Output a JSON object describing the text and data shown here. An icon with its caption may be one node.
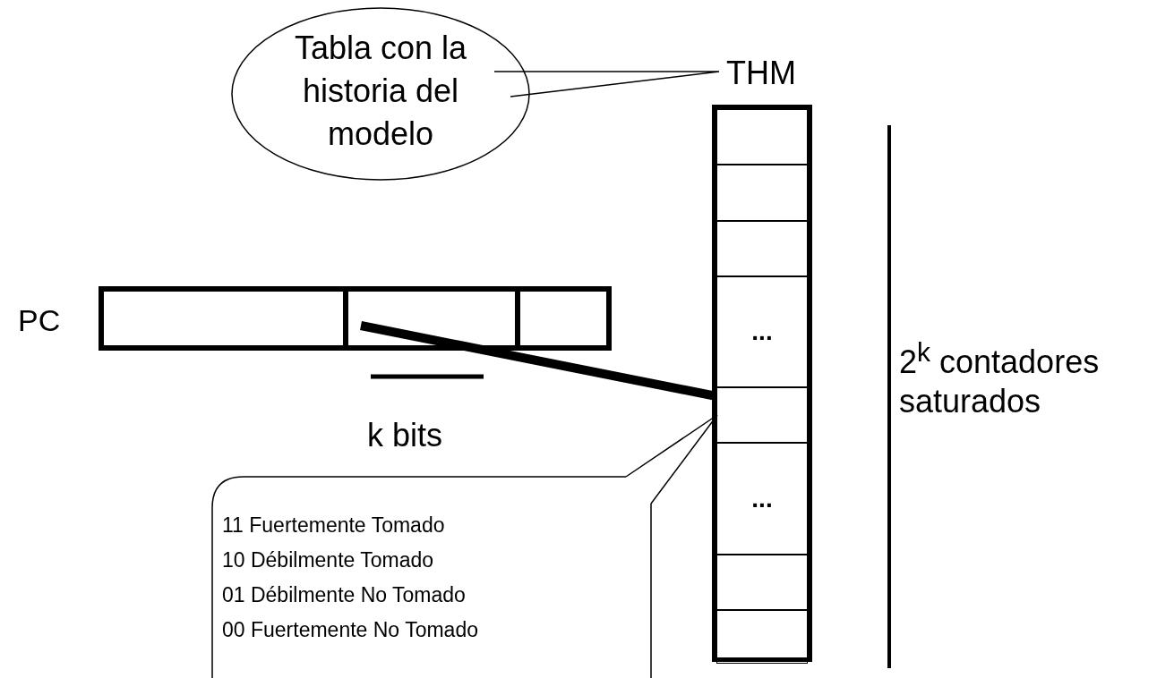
{
  "diagram": {
    "nodes": [
      {
        "text": [
          "Tabla con la historia del modelo"
        ]
      },
      {
        "text": [
          "THM"
        ]
      },
      {
        "text": [],
        "shape": "box",
        "in": 1
      },
      {
        "text": [],
        "shape": "box",
        "in": 1
      },
      {
        "text": [],
        "shape": "box",
        "in": 1
      },
      {
        "text": [
          "..."
        ],
        "in": 1
      },
      {
        "text": [],
        "shape": "box",
        "in": 1
      },
      {
        "text": [
          "..."
        ],
        "in": 1
      },
      {
        "text": [],
        "shape": "box",
        "in": 1
      },
      {
        "text": [],
        "shape": "box",
        "in": 1
      },
      {
        "text": [
          "PC"
        ]
      },
      {
        "text": [],
        "shape": "box",
        "in": 10
      },
      {
        "text": [],
        "shape": "box",
        "in": 10
      },
      {
        "text": [],
        "shape": "box",
        "in": 10
      },
      {
        "text": [
          "11 Fuertemente Tomado",
          "10 Débilmente Tomado",
          "01 Débilmente No Tomado",
          "00 Fuertemente No Tomado"
        ]
      }
    ],
    "edges": [
      {
        "from": 0,
        "to": 1,
        "arrow": "none"
      },
      {
        "from": 12,
        "to": 6,
        "arrow": "none",
        "style": "thick"
      },
      {
        "from": 14,
        "to": 6,
        "arrow": "none"
      }
    ],
    "labels": [
      "k bits",
      "2$^{k}$ contadores saturados"
    ]
  }
}
